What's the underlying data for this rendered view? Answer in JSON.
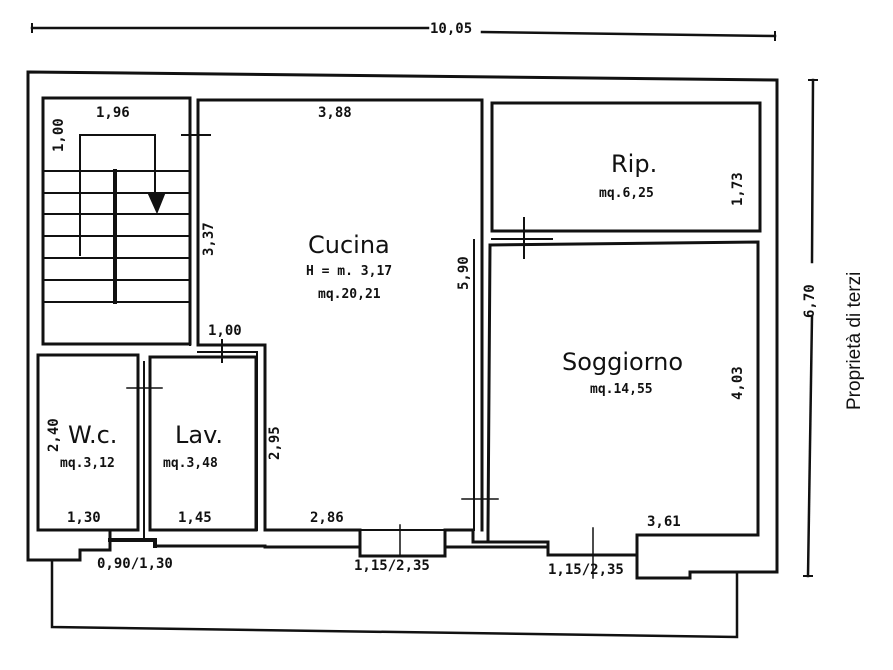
{
  "plan": {
    "overall_width": "10,05",
    "overall_depth": "6,70",
    "neighbor_note": "Proprietà di terzi"
  },
  "rooms": {
    "cucina": {
      "name": "Cucina",
      "height": "H = m. 3,17",
      "area": "mq.20,21"
    },
    "ripostiglio": {
      "name": "Rip.",
      "area": "mq.6,25"
    },
    "soggiorno": {
      "name": "Soggiorno",
      "area": "mq.14,55"
    },
    "wc": {
      "name": "W.c.",
      "area": "mq.3,12"
    },
    "lavanderia": {
      "name": "Lav.",
      "area": "mq.3,48"
    }
  },
  "dimensions": {
    "stair_width": "1,96",
    "stair_landing": "1,00",
    "stair_side": "3,37",
    "cucina_width": "3,88",
    "cucina_depth": "5,90",
    "passage_width": "1,00",
    "passage_depth": "2,95",
    "cucina_bottom": "2,86",
    "rip_depth": "1,73",
    "soggiorno_depth": "4,03",
    "soggiorno_bottom": "3,61",
    "wc_depth": "2,40",
    "wc_width": "1,30",
    "lav_width": "1,45",
    "window_wc_lav": "0,90/1,30",
    "window_cucina": "1,15/2,35",
    "window_soggiorno": "1,15/2,35"
  }
}
